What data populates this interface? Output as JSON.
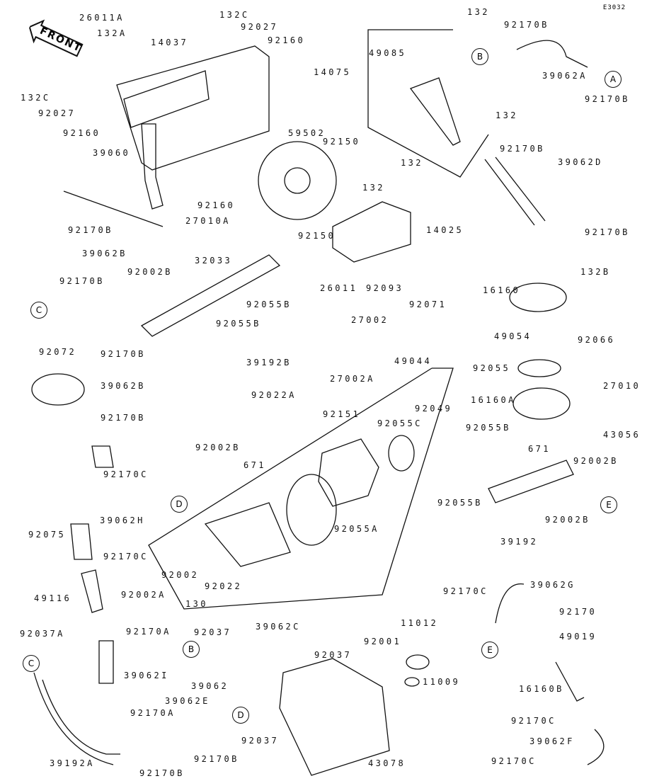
{
  "diagram_code": "E3032",
  "front_label": "FRONT",
  "callouts": [
    "A",
    "B",
    "C",
    "D",
    "E"
  ],
  "labels": [
    "26011A",
    "132C",
    "92027",
    "92160",
    "132A",
    "14037",
    "132C",
    "92027",
    "92160",
    "132",
    "92170B",
    "49085",
    "14075",
    "39062A",
    "92170B",
    "132",
    "59502",
    "92150",
    "92170B",
    "39060",
    "132",
    "39062D",
    "132",
    "92170B",
    "27010A",
    "92160",
    "92150",
    "14025",
    "92170B",
    "39062B",
    "32033",
    "92002B",
    "92170B",
    "92055B",
    "26011",
    "92093",
    "92071",
    "132B",
    "16160",
    "92055B",
    "27002",
    "49054",
    "92066",
    "92072",
    "92170B",
    "39192B",
    "49044",
    "27002A",
    "92055",
    "27010",
    "39062B",
    "92022A",
    "92151",
    "92049",
    "16160A",
    "92170B",
    "92055C",
    "43056",
    "92002B",
    "92055B",
    "671",
    "92170C",
    "671",
    "92002B",
    "92055B",
    "92075",
    "39062H",
    "92055A",
    "92002B",
    "39192",
    "92170C",
    "92002",
    "49116",
    "92002A",
    "92022",
    "130",
    "92170C",
    "39062G",
    "92170",
    "92037A",
    "92170A",
    "92037",
    "39062C",
    "92001",
    "11012",
    "49019",
    "92037",
    "39062I",
    "39062",
    "11009",
    "39062E",
    "16160B",
    "92170A",
    "92037",
    "92170C",
    "39062F",
    "39192A",
    "92170B",
    "92170B",
    "43078",
    "92170C"
  ]
}
